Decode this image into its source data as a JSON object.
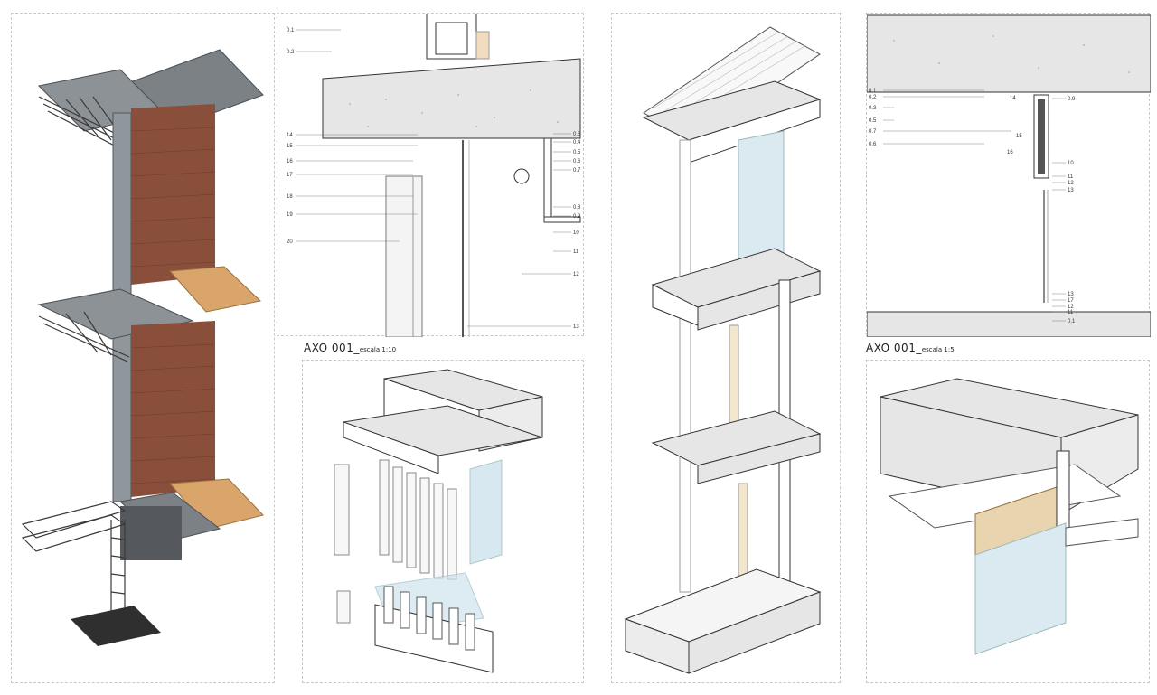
{
  "captions": {
    "axo_1_10": {
      "main": "AXO 001_",
      "scale": "escala 1:10"
    },
    "axo_1_5": {
      "main": "AXO 001_",
      "scale": "escala 1:5"
    }
  },
  "section_1_10": {
    "left_labels": [
      "0.1",
      "0.2",
      "14",
      "15",
      "16",
      "17",
      "18",
      "19",
      "20"
    ],
    "right_labels": [
      "0.3",
      "0.4",
      "0.5",
      "0.6",
      "0.7",
      "0.8",
      "0.9",
      "10",
      "11",
      "12",
      "13"
    ]
  },
  "section_1_5": {
    "left_labels": [
      "0.1",
      "0.2",
      "0.3",
      "0.5",
      "0.7",
      "0.6"
    ],
    "mid_labels": [
      "14",
      "15",
      "16"
    ],
    "right_labels": [
      "0.9",
      "10",
      "11",
      "12",
      "13"
    ],
    "bottom_labels": [
      "13",
      "17",
      "12",
      "11",
      "0.1"
    ]
  },
  "colors": {
    "concrete": "#e6e6e6",
    "brick": "#8a4f3a",
    "wood": "#d9a56a",
    "metal_dark": "#6e7378",
    "glass": "#cfe3ee",
    "rebar": "#3a3a3a"
  }
}
